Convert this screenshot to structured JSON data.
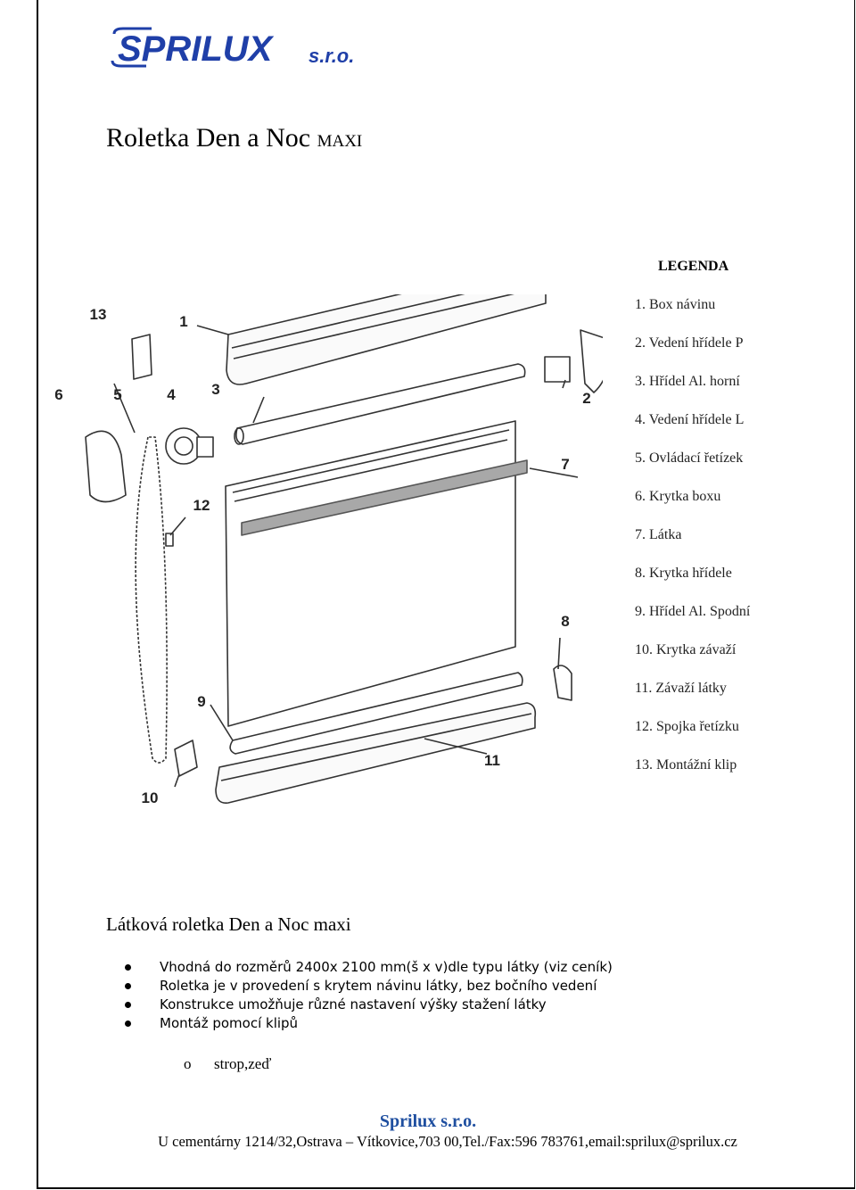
{
  "colors": {
    "brand_blue": "#1f3fa8",
    "footer_blue": "#1f4fa0",
    "fabric_band": "#a8a8a8",
    "drawing_line": "#333333"
  },
  "logo": {
    "text_main": "SPRILUX",
    "text_suffix": "s.r.o."
  },
  "title": {
    "main": "Roletka Den a Noc",
    "suffix": "MAXI"
  },
  "figure": {
    "callouts": [
      "13",
      "1",
      "6",
      "5",
      "4",
      "3",
      "2",
      "7",
      "12",
      "8",
      "9",
      "11",
      "10"
    ]
  },
  "legend": {
    "title": "LEGENDA",
    "items": [
      "1. Box návinu",
      "2. Vedení hřídele P",
      "3. Hřídel Al. horní",
      "4. Vedení hřídele L",
      "5. Ovládací řetízek",
      "6. Krytka boxu",
      "7. Látka",
      "8. Krytka hřídele",
      "9. Hřídel Al. Spodní",
      "10. Krytka závaží",
      "11. Závaží látky",
      "12. Spojka řetízku",
      "13. Montážní klip"
    ]
  },
  "subtitle": "Látková roletka Den a Noc maxi",
  "features": [
    "Vhodná do rozměrů 2400x 2100 mm(š x v)dle typu látky (viz ceník)",
    "Roletka je v provedení s krytem návinu látky, bez bočního vedení",
    "Konstrukce umožňuje různé nastavení výšky stažení látky",
    "Montáž pomocí klipů"
  ],
  "subitem": {
    "marker": "o",
    "text": "strop,zeď"
  },
  "footer": {
    "company": "Sprilux s.r.o.",
    "address": "U cementárny 1214/32,Ostrava – Vítkovice,703 00,Tel./Fax:596 783761,email:sprilux@sprilux.cz"
  }
}
